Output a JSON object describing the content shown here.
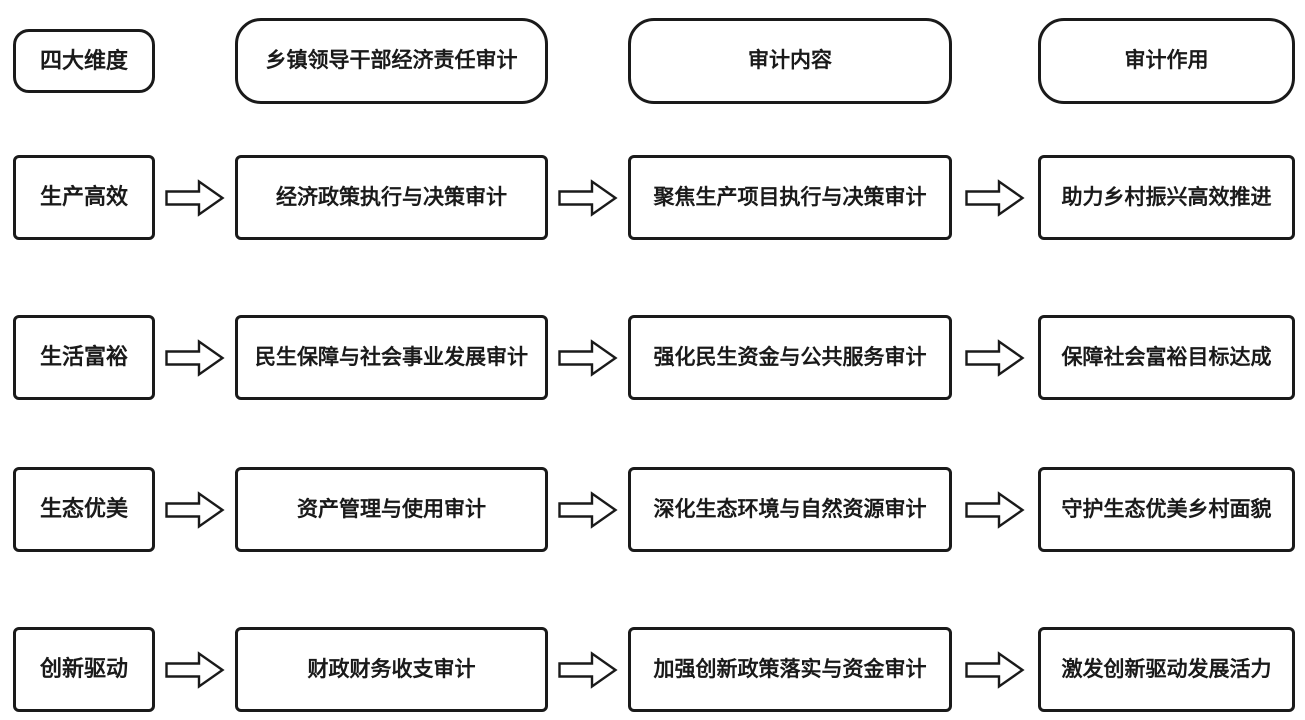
{
  "diagram": {
    "title_semantic": "乡镇领导干部经济责任审计流程图",
    "headers": [
      "四大维度",
      "乡镇领导干部经济责任审计",
      "审计内容",
      "审计作用"
    ],
    "rows": [
      [
        "生产高效",
        "经济政策执行与决策审计",
        "聚焦生产项目执行与决策审计",
        "助力乡村振兴高效推进"
      ],
      [
        "生活富裕",
        "民生保障与社会事业发展审计",
        "强化民生资金与公共服务审计",
        "保障社会富裕目标达成"
      ],
      [
        "生态优美",
        "资产管理与使用审计",
        "深化生态环境与自然资源审计",
        "守护生态优美乡村面貌"
      ],
      [
        "创新驱动",
        "财政财务收支审计",
        "加强创新政策落实与资金审计",
        "激发创新驱动发展活力"
      ]
    ],
    "colors": {
      "border": "#1a1a1a",
      "background": "#ffffff",
      "text": "#1a1a1a"
    }
  }
}
